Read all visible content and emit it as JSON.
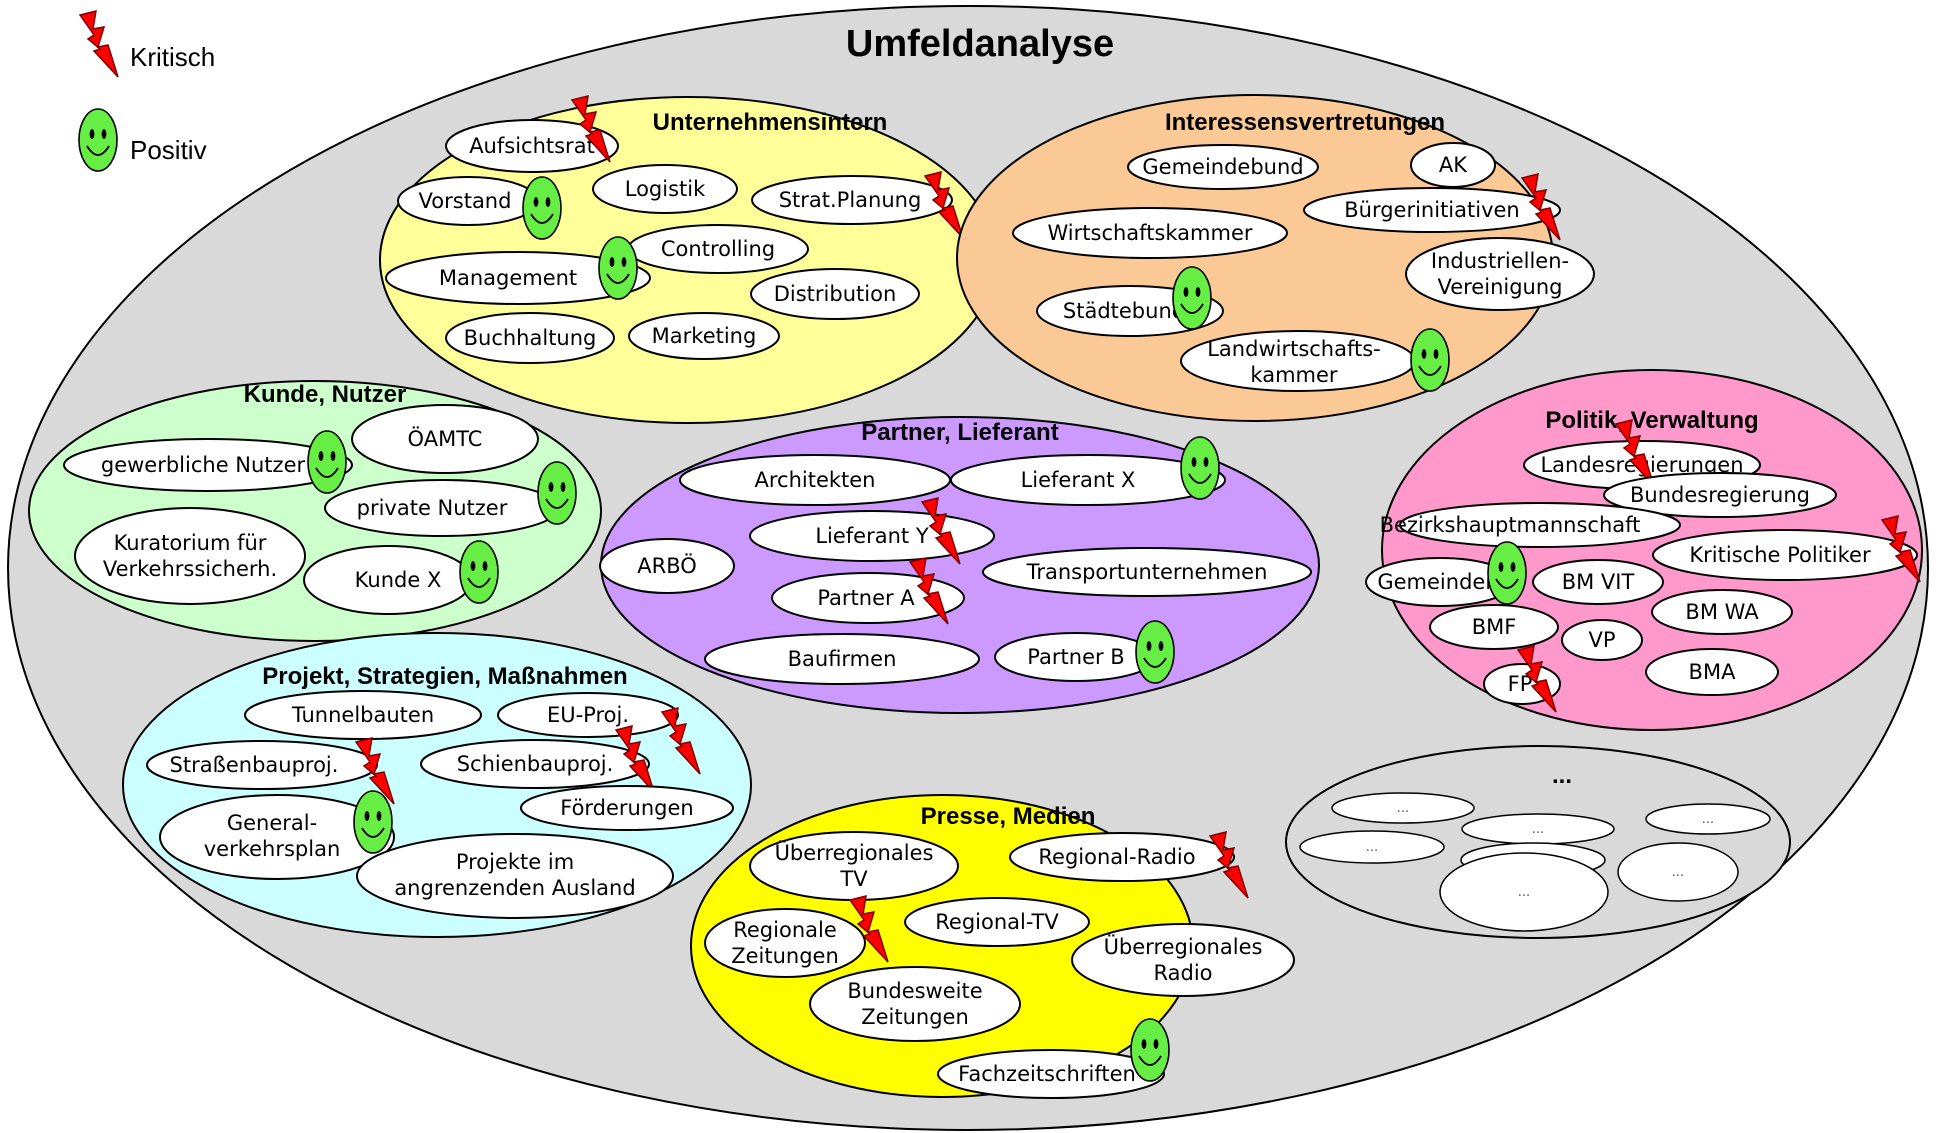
{
  "title": "Umfeldanalyse",
  "legend": {
    "critical": "Kritisch",
    "positive": "Positiv"
  },
  "colors": {
    "outer": "#d9d9d9",
    "unternehmen": "#ffff99",
    "interessen": "#fbc996",
    "kunde": "#ccffcc",
    "partner": "#cc99ff",
    "politik": "#ff99cc",
    "projekt": "#ccffff",
    "presse": "#ffff00",
    "misc": "#d9d9d9",
    "bolt": "#ff0000",
    "smiley": "#66ee44"
  },
  "groups": {
    "unternehmen": {
      "title": "Unternehmensintern",
      "items": [
        "Aufsichtsrat",
        "Vorstand",
        "Logistik",
        "Strat.Planung",
        "Controlling",
        "Management",
        "Distribution",
        "Buchhaltung",
        "Marketing"
      ]
    },
    "interessen": {
      "title": "Interessensvertretungen",
      "items": [
        "Gemeindebund",
        "AK",
        "Bürgerinitiativen",
        "Wirtschaftskammer",
        "Industriellen-",
        "Vereinigung",
        "Städtebund",
        "Landwirtschafts-",
        "kammer"
      ]
    },
    "kunde": {
      "title": "Kunde, Nutzer",
      "items": [
        "ÖAMTC",
        "gewerbliche Nutzer",
        "private Nutzer",
        "Kuratorium für",
        "Verkehrssicherh.",
        "Kunde X"
      ]
    },
    "partner": {
      "title": "Partner, Lieferant",
      "items": [
        "Architekten",
        "Lieferant X",
        "Lieferant Y",
        "ARBÖ",
        "Transportunternehmen",
        "Partner A",
        "Baufirmen",
        "Partner B"
      ]
    },
    "politik": {
      "title": "Politik, Verwaltung",
      "items": [
        "Landesregierungen",
        "Bundesregierung",
        "Bezirkshauptmannschaft",
        "Kritische Politiker",
        "Gemeinden",
        "BM VIT",
        "BMF",
        "BM WA",
        "VP",
        "FP",
        "BMA"
      ]
    },
    "projekt": {
      "title": "Projekt, Strategien, Maßnahmen",
      "items": [
        "Tunnelbauten",
        "EU-Proj.",
        "Straßenbauproj.",
        "Schienbauproj.",
        "Förderungen",
        "General-",
        "verkehrsplan",
        "Projekte im",
        "angrenzenden Ausland"
      ]
    },
    "presse": {
      "title": "Presse, Medien",
      "items": [
        "Überregionales",
        "TV",
        "Regional-Radio",
        "Regionale",
        "Zeitungen",
        "Regional-TV",
        "Überregionales",
        "Radio",
        "Bundesweite",
        "Zeitungen",
        "Fachzeitschriften"
      ]
    },
    "misc": {
      "title": "...",
      "items": [
        "...",
        "...",
        "...",
        "...",
        "...",
        "...",
        "..."
      ]
    }
  }
}
